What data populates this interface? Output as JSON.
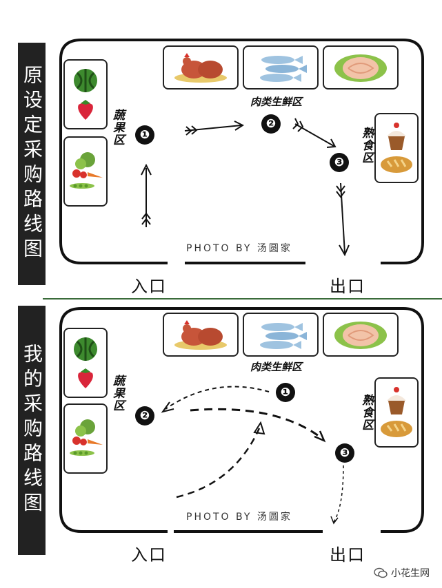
{
  "top": {
    "title": "原设定采购路线图",
    "produce_label": "蔬果区",
    "meat_label": "肉类生鲜区",
    "deli_label": "熟食区",
    "stop1": "❶",
    "stop2": "❷",
    "stop3": "❸",
    "watermark": "PHOTO BY 汤圆家",
    "entrance": "入口",
    "exit": "出口"
  },
  "bottom": {
    "title": "我的采购路线图",
    "produce_label": "蔬果区",
    "meat_label": "肉类生鲜区",
    "deli_label": "熟食区",
    "stop1": "❶",
    "stop2": "❷",
    "stop3": "❸",
    "watermark": "PHOTO BY 汤圆家",
    "entrance": "入口",
    "exit": "出口"
  },
  "credit": "小花生网",
  "icons": {
    "produce": [
      "watermelon-icon",
      "strawberry-icon",
      "vegetables-icon"
    ],
    "meat": [
      "chicken-icon",
      "fish-icon",
      "meat-platter-icon"
    ],
    "deli": [
      "cupcake-icon",
      "bread-icon"
    ]
  }
}
